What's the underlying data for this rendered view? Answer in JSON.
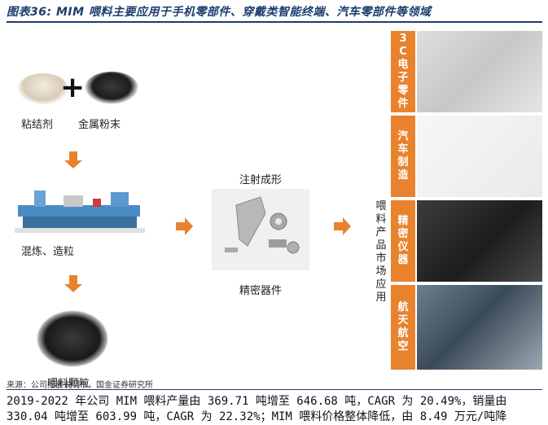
{
  "figure": {
    "title": "图表36: MIM 喂料主要应用于手机零部件、穿戴类智能终端、汽车零部件等领域"
  },
  "process": {
    "binder_label": "粘结剂",
    "plus_symbol": "+",
    "metal_label": "金属粉末",
    "mixing_label": "混炼、造粒",
    "pellet_label": "喂料颗粒",
    "injection_label": "注射成形",
    "parts_label": "精密器件",
    "market_label": "喂料产品市场应用"
  },
  "applications": [
    {
      "label": "3C电子零件"
    },
    {
      "label": "汽车制造"
    },
    {
      "label": "精密仪器"
    },
    {
      "label": "航天航空"
    }
  ],
  "source": "来源：公司招股说明书，国金证券研究所",
  "body": "2019-2022 年公司 MIM 喂料产量由 369.71 吨增至 646.68 吨，CAGR 为 20.49%，销量由 330.04 吨增至 603.99 吨，CAGR 为 22.32%；MIM 喂料价格整体降低，由 8.49 万元/吨降",
  "colors": {
    "title": "#1c3c6e",
    "accent_orange": "#e8822d"
  }
}
